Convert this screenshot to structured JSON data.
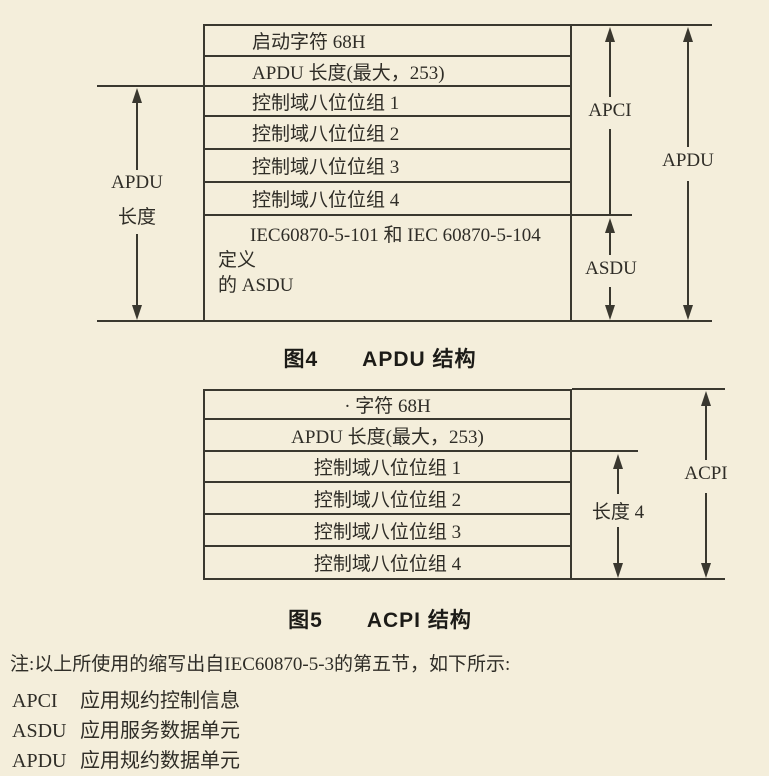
{
  "page": {
    "background_color": "#f4eedb",
    "line_color": "#3a382f",
    "text_color": "#2f2d27"
  },
  "figure4": {
    "rows": [
      "启动字符 68H",
      "APDU 长度(最大，253)",
      "控制域八位位组 1",
      "控制域八位位组 2",
      "控制域八位位组 3",
      "控制域八位位组 4"
    ],
    "asdu_row": {
      "line1": "IEC60870-5-101 和 IEC 60870-5-104 定义",
      "line2": "的 ASDU"
    },
    "left_dim_label_line1": "APDU",
    "left_dim_label_line2": "长度",
    "apci_label": "APCI",
    "asdu_label": "ASDU",
    "apdu_label": "APDU",
    "caption": "图4　　APDU 结构"
  },
  "figure5": {
    "rows": [
      "· 字符 68H",
      "APDU 长度(最大，253)",
      "控制域八位位组 1",
      "控制域八位位组 2",
      "控制域八位位组 3",
      "控制域八位位组 4"
    ],
    "length_label": "长度 4",
    "acpi_label": "ACPI",
    "caption": "图5　　ACPI 结构"
  },
  "notes": {
    "intro": "注:以上所使用的缩写出自IEC60870-5-3的第五节，如下所示:",
    "items": [
      {
        "abbr": "APCI",
        "meaning": "应用规约控制信息"
      },
      {
        "abbr": "ASDU",
        "meaning": "应用服务数据单元"
      },
      {
        "abbr": "APDU",
        "meaning": "应用规约数据单元"
      }
    ]
  }
}
